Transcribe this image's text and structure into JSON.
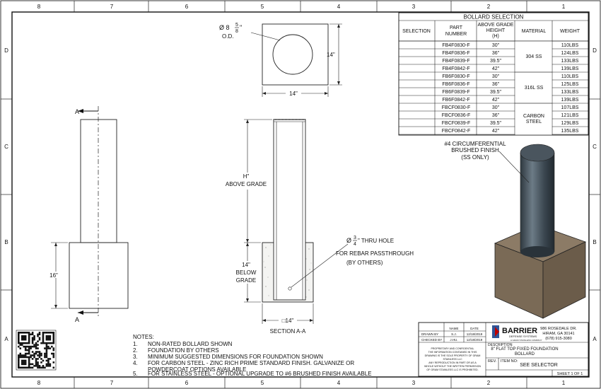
{
  "zones": {
    "columns": [
      "8",
      "7",
      "6",
      "5",
      "4",
      "3",
      "2",
      "1"
    ],
    "rows": [
      "D",
      "C",
      "B",
      "A"
    ]
  },
  "top_view": {
    "dia_prefix": "Ø 8",
    "dia_num": "5",
    "dia_den": "8",
    "dia_suffix": "\"",
    "od_label": "O.D.",
    "width_dim": "14\"",
    "height_dim": "14\""
  },
  "side_view": {
    "section_marker": "A",
    "section_marker_bottom": "A",
    "height_dim": "16\""
  },
  "section_view": {
    "above_grade_1": "H\"",
    "above_grade_2": "ABOVE GRADE",
    "below_1": "14\"",
    "below_2": "BELOW",
    "below_3": "GRADE",
    "hole_prefix": "Ø",
    "hole_num": "3",
    "hole_den": "4",
    "hole_suffix": "\" THRU HOLE",
    "rebar_1": "FOR REBAR PASSTHROUGH",
    "rebar_2": "(BY OTHERS)",
    "width_dim": "□14\"",
    "title": "SECTION A-A"
  },
  "table": {
    "title": "BOLLARD SELECTION",
    "headers": {
      "selection": "SELECTION",
      "part_number": [
        "PART",
        "NUMBER"
      ],
      "height": [
        "ABOVE GRADE",
        "HEIGHT",
        "(H)"
      ],
      "material": "MATERIAL",
      "weight": "WEIGHT"
    },
    "rows": [
      {
        "part": "FB4F0830-F",
        "height": "30\"",
        "weight": "110LBS"
      },
      {
        "part": "FB4F0836-F",
        "height": "36\"",
        "weight": "124LBS"
      },
      {
        "part": "FB4F0839-F",
        "height": "39.5\"",
        "weight": "133LBS"
      },
      {
        "part": "FB4F0842-F",
        "height": "42\"",
        "weight": "139LBS"
      },
      {
        "part": "FB6F0830-F",
        "height": "30\"",
        "weight": "110LBS"
      },
      {
        "part": "FB6F0836-F",
        "height": "36\"",
        "weight": "125LBS"
      },
      {
        "part": "FB6F0839-F",
        "height": "39.5\"",
        "weight": "133LBS"
      },
      {
        "part": "FB6F0842-F",
        "height": "42\"",
        "weight": "139LBS"
      },
      {
        "part": "FBCF0830-F",
        "height": "30\"",
        "weight": "107LBS"
      },
      {
        "part": "FBCF0836-F",
        "height": "36\"",
        "weight": "121LBS"
      },
      {
        "part": "FBCF0839-F",
        "height": "39.5\"",
        "weight": "129LBS"
      },
      {
        "part": "FBCF0842-F",
        "height": "42\"",
        "weight": "135LBS"
      }
    ],
    "materials": {
      "ss304": "304 SS",
      "ss316": "316L SS",
      "carbon_1": "CARBON",
      "carbon_2": "STEEL"
    }
  },
  "finish_callout": {
    "line1": "#4 CIRCUMFERENTIAL",
    "line2": "BRUSHED FINISH",
    "line3": "(SS ONLY)"
  },
  "notes": {
    "title": "NOTES:",
    "items": [
      {
        "num": "1.",
        "text": "NON-RATED BOLLARD SHOWN"
      },
      {
        "num": "2.",
        "text": "FOUNDATION BY OTHERS"
      },
      {
        "num": "3.",
        "text": "MINIMUM SUGGESTED DIMENSIONS FOR FOUNDATION SHOWN"
      },
      {
        "num": "4.",
        "text": "FOR CARBON STEEL - ZINC RICH PRIME STANDARD FINISH. GALVANIZE OR"
      },
      {
        "num": "",
        "text": "POWDERCOAT OPTIONS AVAILABLE"
      },
      {
        "num": "5.",
        "text": "FOR STAINLESS STEEL - OPTIONAL UPGRADE TO #6 BRUSHED FINISH AVAILABLE"
      }
    ]
  },
  "title_block": {
    "col_name": "NAME",
    "col_date": "DATE",
    "drawn_by": "DRAWN BY",
    "drawn_name": "S.J.",
    "drawn_date": "12/18/2019",
    "checked_by": "CHECKED BY",
    "checked_name": "J.HU.",
    "checked_date": "12/18/2019",
    "company_logo": "BARRIER",
    "company_sub": "DEFENSE SYSTEMS",
    "company_tag": "A GRAM STAINLESS COMPANY",
    "address_1": "986 ROSEDALE DR.",
    "address_2": "HIRAM, GA 30141",
    "address_3": "(678) 915-3080",
    "description_label": "DESCRIPTION:",
    "description_1": "8\" FLAT TOP FIXED FOUNDATION",
    "description_2": "BOLLARD",
    "rev_label": "REV.",
    "item_label": "ITEM NO:",
    "item_value": "SEE SELECTOR",
    "sheet": "SHEET 1 OF 1",
    "proprietary": [
      "PROPRIETARY AND CONFIDENTIAL",
      "THE INFORMATION CONTAINED IN THIS",
      "DRAWING IS THE SOLE PROPERTY OF GRAM",
      "STAINLESS LLC",
      "ANY REPRODUCTION IN PART OR AS A",
      "WHOLE WITHOUT THE WRITTEN PERMISSION",
      "OF GRAM STAINLESS LLC IS PROHIBITED."
    ]
  }
}
